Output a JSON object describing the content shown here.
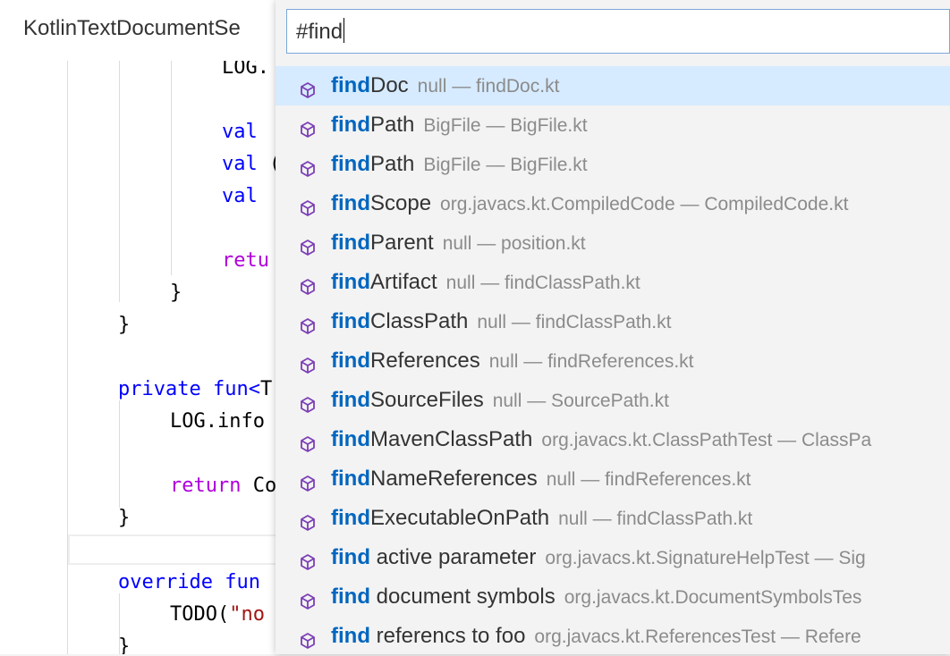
{
  "tab": {
    "title": "KotlinTextDocumentSe"
  },
  "quick_open": {
    "input_value": "#find",
    "items": [
      {
        "match": "find",
        "rest": "Doc",
        "desc": "null — findDoc.kt",
        "selected": true
      },
      {
        "match": "find",
        "rest": "Path",
        "desc": "BigFile — BigFile.kt"
      },
      {
        "match": "find",
        "rest": "Path",
        "desc": "BigFile — BigFile.kt"
      },
      {
        "match": "find",
        "rest": "Scope",
        "desc": "org.javacs.kt.CompiledCode — CompiledCode.kt"
      },
      {
        "match": "find",
        "rest": "Parent",
        "desc": "null — position.kt"
      },
      {
        "match": "find",
        "rest": "Artifact",
        "desc": "null — findClassPath.kt"
      },
      {
        "match": "find",
        "rest": "ClassPath",
        "desc": "null — findClassPath.kt"
      },
      {
        "match": "find",
        "rest": "References",
        "desc": "null — findReferences.kt"
      },
      {
        "match": "find",
        "rest": "SourceFiles",
        "desc": "null — SourcePath.kt"
      },
      {
        "match": "find",
        "rest": "MavenClassPath",
        "desc": "org.javacs.kt.ClassPathTest — ClassPa"
      },
      {
        "match": "find",
        "rest": "NameReferences",
        "desc": "null — findReferences.kt"
      },
      {
        "match": "find",
        "rest": "ExecutableOnPath",
        "desc": "null — findClassPath.kt"
      },
      {
        "match": "find",
        "rest": " active parameter",
        "desc": "org.javacs.kt.SignatureHelpTest — Sig"
      },
      {
        "match": "find",
        "rest": " document symbols",
        "desc": "org.javacs.kt.DocumentSymbolsTes"
      },
      {
        "match": "find",
        "rest": " referencs to foo",
        "desc": "org.javacs.kt.ReferencesTest — Refere"
      }
    ],
    "icon": "symbol-method-icon",
    "colors": {
      "highlight": "#0066bf",
      "selected_bg": "#d6ebff",
      "icon": "#7b3fb5"
    }
  },
  "code": {
    "l1": "LOG.",
    "l2": "val",
    "l3a": "val",
    "l3b": " (",
    "l4": "val",
    "l5": "retu",
    "l6": "}",
    "l7": "}",
    "l8a": "private",
    "l8b": " fun<",
    "l8c": "T",
    "l9": "LOG.info",
    "l10a": "return",
    "l10b": " Co",
    "l11": "}",
    "l12a": "override",
    "l12b": " fun",
    "l13a": "TODO(",
    "l13b": "\"no",
    "l14": "}"
  }
}
